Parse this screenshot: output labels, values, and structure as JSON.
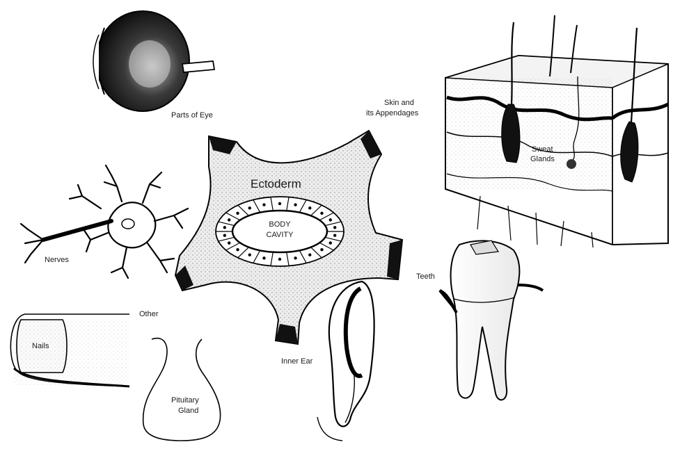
{
  "diagram": {
    "center": {
      "label": "Ectoderm",
      "inner_label_line1": "BODY",
      "inner_label_line2": "CAVITY"
    },
    "labels": {
      "eye": "Parts of Eye",
      "skin_line1": "Skin and",
      "skin_line2": "its Appendages",
      "sweat_line1": "Sweat",
      "sweat_line2": "Glands",
      "nerves": "Nerves",
      "teeth": "Teeth",
      "other": "Other",
      "nails": "Nails",
      "inner_ear": "Inner Ear",
      "pituitary_line1": "Pituitary",
      "pituitary_line2": "Gland"
    },
    "icons": [
      "eye-icon",
      "skin-block-icon",
      "neuron-icon",
      "tooth-icon",
      "ear-icon",
      "finger-nail-icon",
      "pituitary-gland-icon",
      "ectoderm-star-icon"
    ]
  }
}
